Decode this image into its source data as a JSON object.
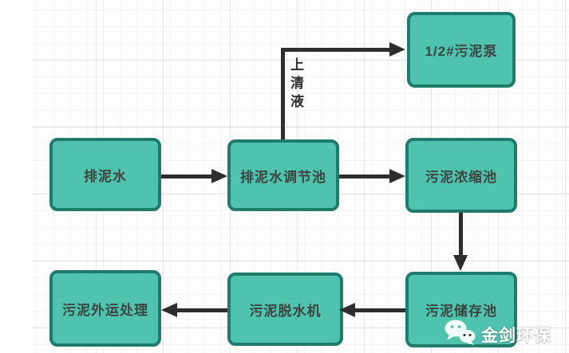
{
  "diagram": {
    "nodes": [
      {
        "id": "sludge-pump",
        "label": "1/2#污泥泵"
      },
      {
        "id": "drain-water",
        "label": "排泥水"
      },
      {
        "id": "regulating-tank",
        "label": "排泥水调节池"
      },
      {
        "id": "thickening-tank",
        "label": "污泥浓缩池"
      },
      {
        "id": "storage-tank",
        "label": "污泥储存池"
      },
      {
        "id": "dewatering-machine",
        "label": "污泥脱水机"
      },
      {
        "id": "offsite-disposal",
        "label": "污泥外运处理"
      }
    ],
    "edges": [
      {
        "from": "drain-water",
        "to": "regulating-tank",
        "label": ""
      },
      {
        "from": "regulating-tank",
        "to": "thickening-tank",
        "label": ""
      },
      {
        "from": "regulating-tank",
        "to": "sludge-pump",
        "label": "上清液"
      },
      {
        "from": "thickening-tank",
        "to": "storage-tank",
        "label": ""
      },
      {
        "from": "storage-tank",
        "to": "dewatering-machine",
        "label": ""
      },
      {
        "from": "dewatering-machine",
        "to": "offsite-disposal",
        "label": ""
      }
    ],
    "colors": {
      "node_fill": "#4fc3ae",
      "node_border": "#1f7c6c",
      "node_text": "#3c4442",
      "arrow": "#2e2e2e",
      "grid_line": "#ebebeb",
      "watermark_text": "#ffffff"
    }
  },
  "watermark": {
    "icon": "wechat-icon",
    "brand": "金剑环保"
  }
}
